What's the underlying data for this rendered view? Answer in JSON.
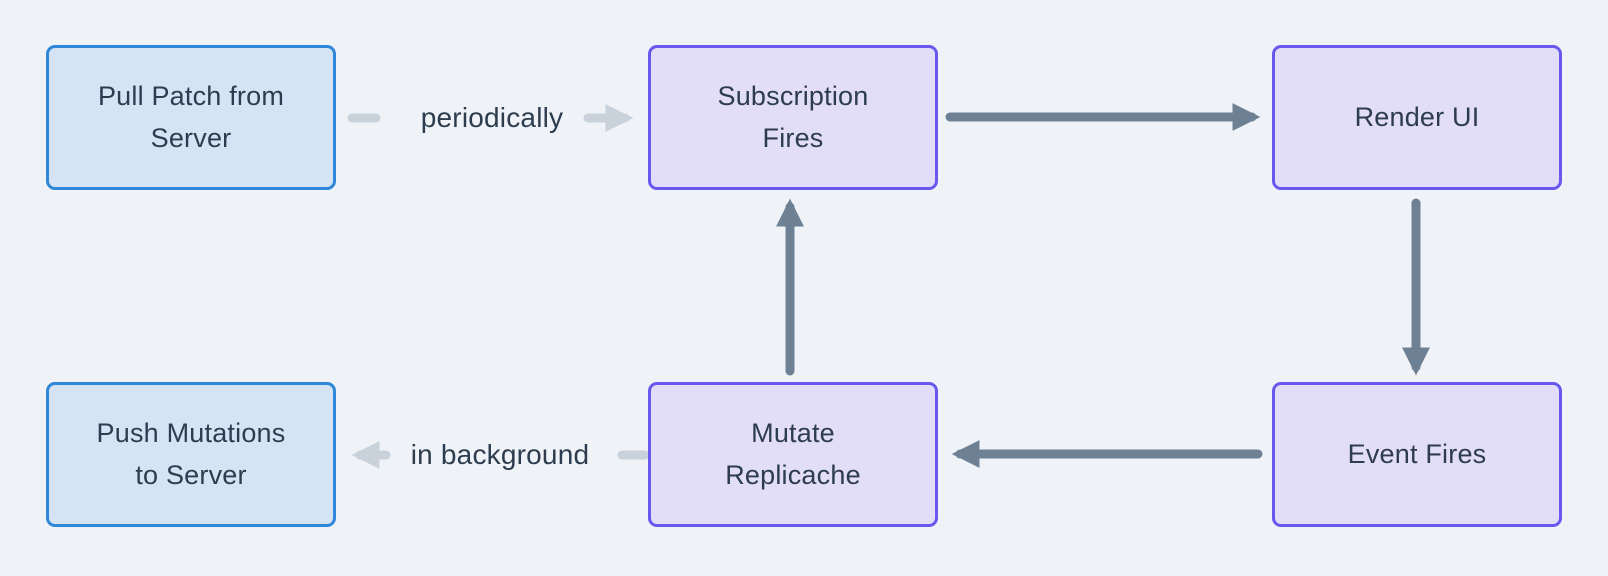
{
  "diagram": {
    "colors": {
      "background": "#eff3f7",
      "blue_node_border": "#2f87d8",
      "blue_node_fill": "#d4e4f5",
      "purple_node_border": "#6858ee",
      "purple_node_fill": "#e2ddf9",
      "arrow_dark": "#6e8093",
      "arrow_light": "#c9d2da",
      "text": "#2d3c4e"
    },
    "nodes": [
      {
        "id": "pull-patch-from-server",
        "label": "Pull Patch from Server",
        "lines": [
          "Pull Patch from",
          "Server"
        ],
        "style": "blue"
      },
      {
        "id": "subscription-fires",
        "label": "Subscription Fires",
        "lines": [
          "Subscription",
          "Fires"
        ],
        "style": "purple"
      },
      {
        "id": "render-ui",
        "label": "Render UI",
        "lines": [
          "Render UI"
        ],
        "style": "purple"
      },
      {
        "id": "push-mutations-to-server",
        "label": "Push Mutations to Server",
        "lines": [
          "Push Mutations",
          "to Server"
        ],
        "style": "blue"
      },
      {
        "id": "mutate-replicache",
        "label": "Mutate Replicache",
        "lines": [
          "Mutate",
          "Replicache"
        ],
        "style": "purple"
      },
      {
        "id": "event-fires",
        "label": "Event Fires",
        "lines": [
          "Event Fires"
        ],
        "style": "purple"
      }
    ],
    "edges": [
      {
        "from": "pull-patch-from-server",
        "to": "subscription-fires",
        "label": "periodically",
        "style": "light"
      },
      {
        "from": "subscription-fires",
        "to": "render-ui",
        "label": "",
        "style": "dark"
      },
      {
        "from": "render-ui",
        "to": "event-fires",
        "label": "",
        "style": "dark"
      },
      {
        "from": "event-fires",
        "to": "mutate-replicache",
        "label": "",
        "style": "dark"
      },
      {
        "from": "mutate-replicache",
        "to": "subscription-fires",
        "label": "",
        "style": "dark"
      },
      {
        "from": "mutate-replicache",
        "to": "push-mutations-to-server",
        "label": "in background",
        "style": "light"
      }
    ]
  }
}
